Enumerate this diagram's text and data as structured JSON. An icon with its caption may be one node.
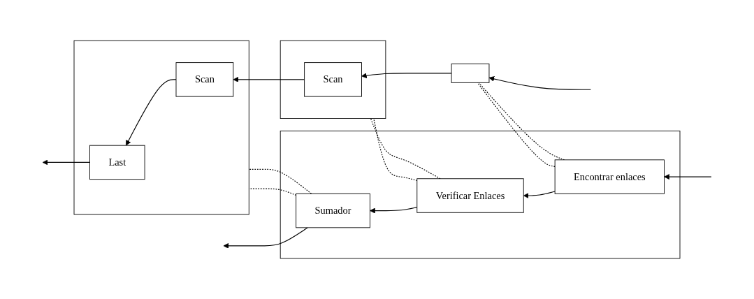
{
  "diagram": {
    "nodes": [
      {
        "text": [],
        "shape": "box"
      },
      {
        "text": [
          "Sumador"
        ],
        "in": 0
      },
      {
        "text": [
          "Verificar Enlaces"
        ],
        "in": 0
      },
      {
        "text": [
          "Encontrar enlaces"
        ],
        "in": 0
      },
      {
        "text": [],
        "shape": "box"
      },
      {
        "text": [
          "Last"
        ],
        "in": 4
      },
      {
        "text": [
          "Scan"
        ],
        "in": 4
      },
      {
        "text": [],
        "shape": "box"
      },
      {
        "text": [
          "Scan"
        ],
        "in": 7
      },
      {
        "text": [],
        "shape": "box"
      }
    ],
    "edges": [
      {
        "from": 1,
        "to": null,
        "arrow": "to"
      },
      {
        "from": 2,
        "to": 1,
        "arrow": "to"
      },
      {
        "from": 3,
        "to": 2,
        "arrow": "to"
      },
      {
        "from": null,
        "to": 3,
        "arrow": "to"
      },
      {
        "from": 1,
        "to": 4,
        "arrow": "none",
        "style": "dashed"
      },
      {
        "from": 1,
        "to": 4,
        "arrow": "none",
        "style": "dashed"
      },
      {
        "from": 2,
        "to": 7,
        "arrow": "none",
        "style": "dashed"
      },
      {
        "from": 2,
        "to": 7,
        "arrow": "none",
        "style": "dashed"
      },
      {
        "from": 3,
        "to": 9,
        "arrow": "none",
        "style": "dashed"
      },
      {
        "from": 3,
        "to": 9,
        "arrow": "none",
        "style": "dashed"
      },
      {
        "from": 5,
        "to": null,
        "arrow": "to"
      },
      {
        "from": 6,
        "to": 5,
        "arrow": "to"
      },
      {
        "from": 8,
        "to": 6,
        "arrow": "to"
      },
      {
        "from": 9,
        "to": 8,
        "arrow": "to"
      },
      {
        "from": null,
        "to": 9,
        "arrow": "to"
      }
    ]
  }
}
